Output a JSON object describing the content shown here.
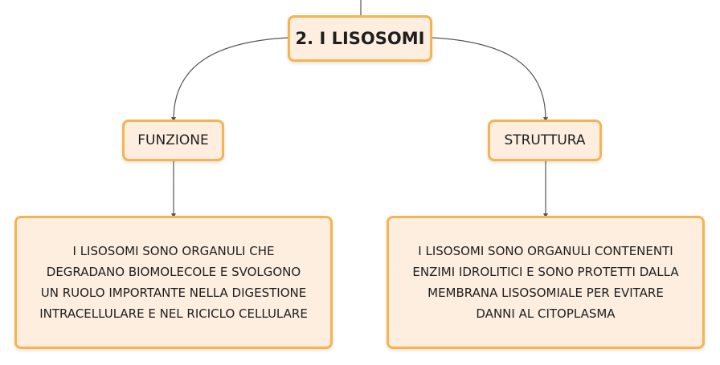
{
  "diagram": {
    "title": "2. I LISOSOMI",
    "branches": [
      {
        "label": "FUNZIONE",
        "description": "I LISOSOMI SONO ORGANULI CHE\nDEGRADANO BIOMOLECOLE E SVOLGONO\nUN RUOLO IMPORTANTE NELLA DIGESTIONE\nINTRACELLULARE E NEL RICICLO CELLULARE"
      },
      {
        "label": "STRUTTURA",
        "description": "I LISOSOMI SONO ORGANULI CONTENENTI\nENZIMI IDROLITICI E SONO PROTETTI DALLA\nMEMBRANA LISOSOMIALE PER EVITARE\nDANNI AL CITOPLASMA"
      }
    ]
  },
  "colors": {
    "node_fill": "#fdeee0",
    "node_border": "#f5b451",
    "connector": "#555555",
    "text": "#1e1e1e"
  }
}
